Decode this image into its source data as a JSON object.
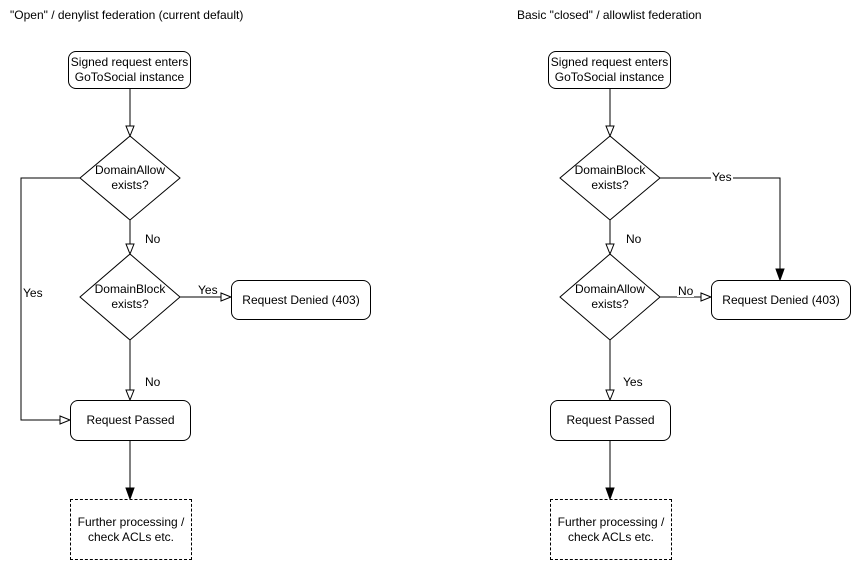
{
  "left": {
    "title": "\"Open\" / denylist federation (current default)",
    "nodes": {
      "start": "Signed request enters\nGoToSocial instance",
      "decision1": "DomainAllow\nexists?",
      "decision2": "DomainBlock\nexists?",
      "denied": "Request Denied (403)",
      "passed": "Request Passed",
      "further": "Further processing /\ncheck ACLs etc."
    },
    "edge_labels": {
      "decision1_yes": "Yes",
      "decision1_no": "No",
      "decision2_yes": "Yes",
      "decision2_no": "No"
    }
  },
  "right": {
    "title": "Basic \"closed\" / allowlist federation",
    "nodes": {
      "start": "Signed request enters\nGoToSocial instance",
      "decision1": "DomainBlock\nexists?",
      "decision2": "DomainAllow\nexists?",
      "denied": "Request Denied (403)",
      "passed": "Request Passed",
      "further": "Further processing /\ncheck ACLs etc."
    },
    "edge_labels": {
      "decision1_yes": "Yes",
      "decision1_no": "No",
      "decision2_no": "No",
      "decision2_yes": "Yes"
    }
  },
  "colors": {
    "stroke": "#000000",
    "fill": "#ffffff",
    "text": "#000000"
  }
}
